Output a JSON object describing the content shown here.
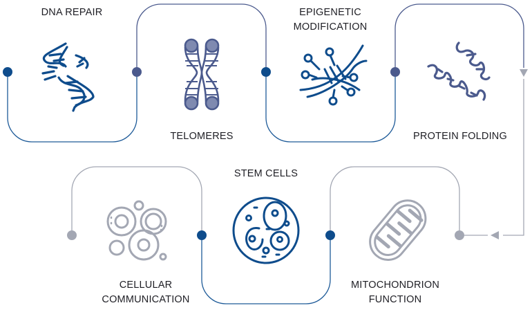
{
  "colors": {
    "dark_blue": "#0e4c8c",
    "slate_blue": "#4b5a8d",
    "gray": "#a3a7b3"
  },
  "steps": [
    {
      "label_lines": [
        "DNA REPAIR"
      ],
      "icon": "dna-broken-icon"
    },
    {
      "label_lines": [
        "TELOMERES"
      ],
      "icon": "chromosome-icon"
    },
    {
      "label_lines": [
        "EPIGENETIC",
        "MODIFICATION"
      ],
      "icon": "dna-methylation-icon"
    },
    {
      "label_lines": [
        "PROTEIN FOLDING"
      ],
      "icon": "protein-helix-icon"
    },
    {
      "label_lines": [
        "MITOCHONDRION",
        "FUNCTION"
      ],
      "icon": "mitochondrion-icon"
    },
    {
      "label_lines": [
        "STEM CELLS"
      ],
      "icon": "stem-cells-icon"
    },
    {
      "label_lines": [
        "CELLULAR",
        "COMMUNICATION"
      ],
      "icon": "cells-icon"
    }
  ]
}
